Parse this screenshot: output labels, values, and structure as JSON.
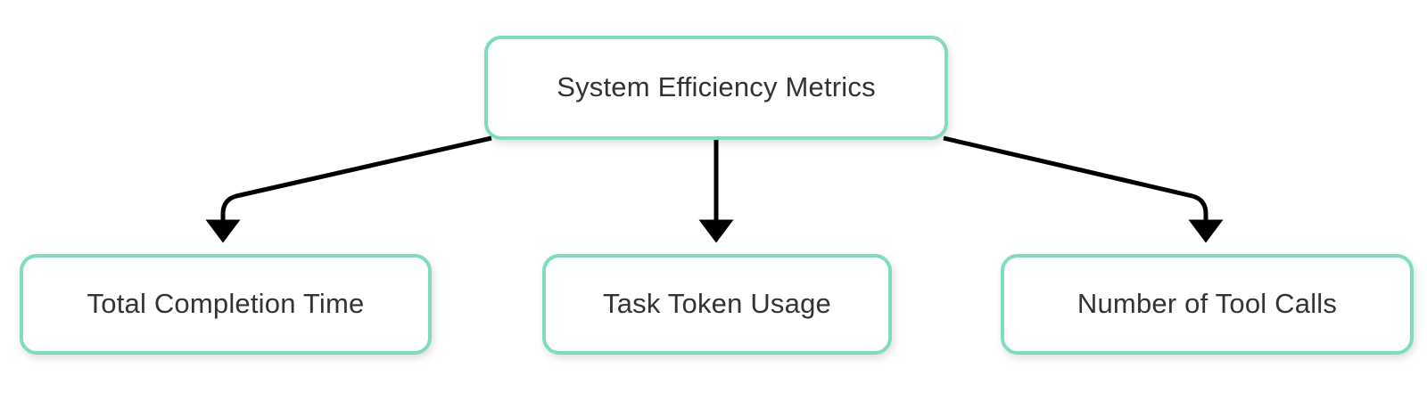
{
  "diagram": {
    "type": "tree-flowchart",
    "orientation": "top-down",
    "background_color": "#ffffff",
    "node_fill_color": "#ffffff",
    "node_border_color": "#7FDCC0",
    "node_text_color": "#333333",
    "edge_color": "#000000",
    "root": {
      "id": "system-efficiency-metrics",
      "label": "System Efficiency Metrics"
    },
    "children": [
      {
        "id": "total-completion-time",
        "label": "Total Completion Time"
      },
      {
        "id": "task-token-usage",
        "label": "Task Token Usage"
      },
      {
        "id": "number-of-tool-calls",
        "label": "Number of Tool Calls"
      }
    ],
    "edges": [
      {
        "from": "system-efficiency-metrics",
        "to": "total-completion-time",
        "arrow": "filled-triangle"
      },
      {
        "from": "system-efficiency-metrics",
        "to": "task-token-usage",
        "arrow": "filled-triangle"
      },
      {
        "from": "system-efficiency-metrics",
        "to": "number-of-tool-calls",
        "arrow": "filled-triangle"
      }
    ]
  }
}
